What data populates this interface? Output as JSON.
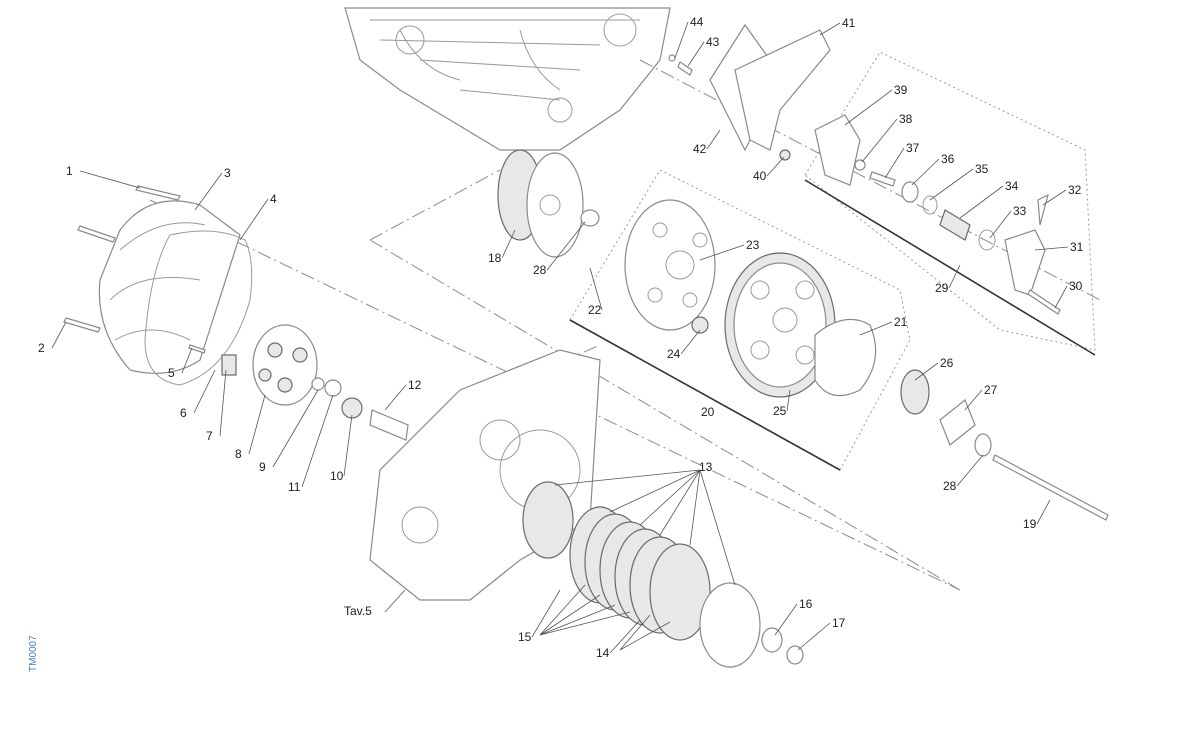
{
  "diagram": {
    "callouts": [
      "44",
      "43",
      "41",
      "39",
      "38",
      "37",
      "36",
      "35",
      "34",
      "32",
      "33",
      "31",
      "30",
      "29",
      "42",
      "40",
      "1",
      "3",
      "4",
      "2",
      "5",
      "6",
      "7",
      "8",
      "9",
      "11",
      "10",
      "12",
      "18",
      "28",
      "23",
      "22",
      "24",
      "21",
      "20",
      "25",
      "26",
      "27",
      "28",
      "19",
      "13",
      "16",
      "17",
      "15",
      "14"
    ],
    "sheet_ref": "Tav.5",
    "drawing_code": "TM0007",
    "colors": {
      "line": "#8a8a8a",
      "text": "#222222",
      "code": "#4a7cc9"
    }
  }
}
